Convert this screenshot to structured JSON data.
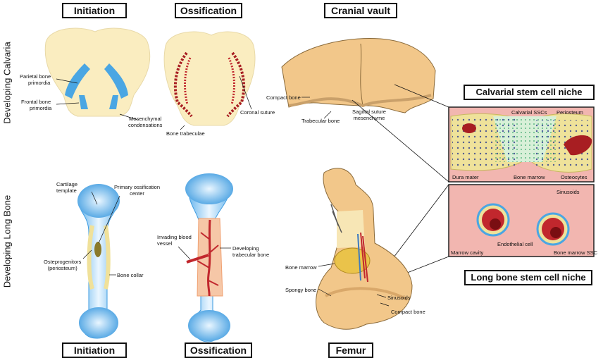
{
  "headers": {
    "top": [
      "Initiation",
      "Ossification",
      "Cranial vault"
    ],
    "bottom": [
      "Initiation",
      "Ossification",
      "Femur"
    ]
  },
  "rows": {
    "calvaria": "Developing Calvaria",
    "long_bone": "Developing Long Bone"
  },
  "niches": {
    "calvarial": "Calvarial stem cell niche",
    "long_bone": "Long bone stem cell niche"
  },
  "labels": {
    "parietal": [
      "Parietal bone",
      "primordia"
    ],
    "frontal": [
      "Frontal bone",
      "primordia"
    ],
    "mesenchymal": [
      "Mesenchymal",
      "condensations"
    ],
    "coronal": "Coronal suture",
    "trabeculae": "Bone trabeculae",
    "compact_bone": "Compact bone",
    "trabecular_bone": "Trabecular bone",
    "sagittal": [
      "Sagittal suture",
      "mesenchyme"
    ],
    "calvarial_sscs": "Calvarial SSCs",
    "periosteum": "Periosteum",
    "dura_mater": "Dura mater",
    "bone_marrow_niche": "Bone marrow",
    "osteocytes": "Osteocytes",
    "cartilage": [
      "Cartilage",
      "template"
    ],
    "primary_center": [
      "Primary ossification",
      "center"
    ],
    "osteoprogenitors": [
      "Osteprogenitors",
      "(periosteum)"
    ],
    "bone_collar": "Bone collar",
    "invading": [
      "Invading blood",
      "vessel"
    ],
    "developing_trab": [
      "Developing",
      "trabecular bone"
    ],
    "bone_marrow": "Bone marrow",
    "spongy_bone": "Spongy bone",
    "sinusoids_femur": "Sinusoids",
    "compact_femur": "Compact bone",
    "sinusoids_niche": "Sinusoids",
    "endothelial": "Endothelial cell",
    "marrow_cavity": "Marrow cavity",
    "bone_marrow_ssc": "Bone marrow SSC"
  },
  "colors": {
    "cream": "#faedc0",
    "bone": "#f2c78a",
    "blue": "#4aa6e3",
    "red": "#c1272d",
    "pink": "#f2b6b0",
    "niche_bone": "#efe29a"
  }
}
